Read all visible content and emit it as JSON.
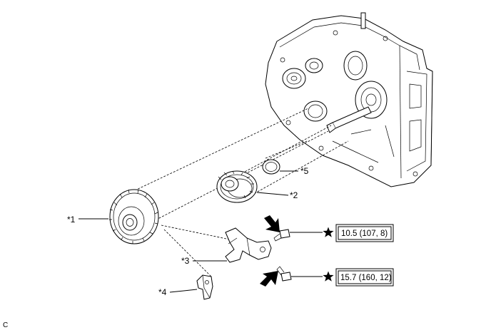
{
  "callouts": {
    "c1": "*1",
    "c2": "*2",
    "c3": "*3",
    "c4": "*4",
    "c5": "*5"
  },
  "torque": {
    "t1": "10.5 (107, 8)",
    "t2": "15.7 (160, 12)"
  },
  "corner_mark": "C"
}
